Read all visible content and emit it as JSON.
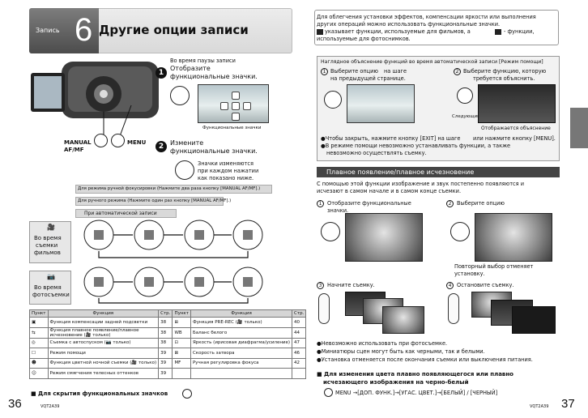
{
  "header": {
    "section": "Запись",
    "number": "6",
    "title": "Другие опции записи"
  },
  "intro": {
    "l1": "Для облегчения установки эффектов, компенсации яркости или выполнения",
    "l2": "других операций можно использовать функциональные значки.",
    "l3": "указывает функции, используемые для фильмов, а",
    "l3b": "- функции,",
    "l4": "используемые для фотоснимков."
  },
  "camera": {
    "label_manual": "MANUAL",
    "label_afmf": "AF/MF",
    "label_menu": "MENU"
  },
  "step1": {
    "n": "1",
    "pre": "Во время паузы записи",
    "t1": "Отобразите",
    "t2": "функциональные значки.",
    "caption": "Функциональные значки"
  },
  "step2": {
    "n": "2",
    "t1": "Измените",
    "t2": "функциональные значки.",
    "n1": "Значки изменяются",
    "n2": "при каждом нажатии",
    "n3": "как показано ниже."
  },
  "flow": {
    "bar1": "Для режима ручной фокусировки (Нажмите два раза кнопку [MANUAL AF/MF].)",
    "bar2": "Для ручного режима (Нажмите один раз кнопку [MANUAL AF/MF].)",
    "bar3": "При автоматической записи",
    "movies_icon": "🎥",
    "movies": [
      "Во время",
      "съемки",
      "фильмов"
    ],
    "photos_icon": "📷",
    "photos": [
      "Во время",
      "фотосъемки"
    ]
  },
  "table": {
    "headers": [
      "Пункт",
      "Функция",
      "Стр.",
      "Пункт",
      "Функция",
      "Стр."
    ],
    "rows": [
      [
        "▣",
        "Функция компенсации задней подсветки",
        "38",
        "⊞",
        "Функция PRE-REC (🎥 только)",
        "40"
      ],
      [
        "⇆",
        "Функция плавное появление/плавное исчезновение (🎥 только)",
        "38",
        "WB",
        "Баланс белого",
        "44"
      ],
      [
        "◎",
        "Съемка с автоспуском (📷 только)",
        "38",
        "⊡",
        "Яркость (ирисовая диафрагма/усиление)",
        "47"
      ],
      [
        "☐",
        "Режим помощи",
        "39",
        "⊠",
        "Скорость затвора",
        "46"
      ],
      [
        "☻",
        "Функция цветной ночной съемки (🎥 только)",
        "39",
        "MF",
        "Ручная регулировка фокуса",
        "42"
      ],
      [
        "☺",
        "Режим смягчения телесных оттенков",
        "39",
        "",
        "",
        ""
      ]
    ]
  },
  "hide_note": "■ Для скрытия функциональных значков",
  "help": {
    "title": "Наглядное объяснение функций во время автоматической записи [Режим помощи]",
    "s1": "Выберите опцию",
    "s1b": "на шаге",
    "s1c": "на предыдущей странице.",
    "s2": "Выберите функцию, которую",
    "s2b": "требуется объяснить.",
    "next": "Следующий",
    "caption": "Отображается объяснение",
    "b1": "●Чтобы закрыть, нажмите кнопку [EXIT] на шаге",
    "b1b": "или нажмите кнопку [MENU].",
    "b2": "●В режиме помощи невозможно устанавливать функции, а также",
    "b2b": "невозможно осуществлять съемку."
  },
  "fade": {
    "title": "Плавное появление/плавное исчезновение",
    "d1": "С помощью этой функции изображение и звук постепенно появляются и",
    "d2": "исчезают в самом начале и в самом конце съемки.",
    "s1": "Отобразите функциональные",
    "s1b": "значки.",
    "s2": "Выберите опцию",
    "repeat1": "Повторный выбор отменяет",
    "repeat2": "установку.",
    "s3": "Начните съемку.",
    "s4": "Остановите съемку.",
    "n1": "●Невозможно использовать при фотосъемке.",
    "n2": "●Миниатюры сцен могут быть как черными, так и белыми.",
    "n3": "●Установка отменяется после окончания съемки или выключения питания.",
    "c1": "■ Для изменения цвета плавно появляющегося или плавно",
    "c2": "исчезающего изображения на черно-белый",
    "path": "MENU →[ДОП. ФУНК.]→[УГАС. ЦВЕТ.]→[БЕЛЫЙ] / [ЧЕРНЫЙ]"
  },
  "footer": {
    "left_page": "36",
    "right_page": "37",
    "code_left": "VQT2A39",
    "code_right": "VQT2A39"
  }
}
